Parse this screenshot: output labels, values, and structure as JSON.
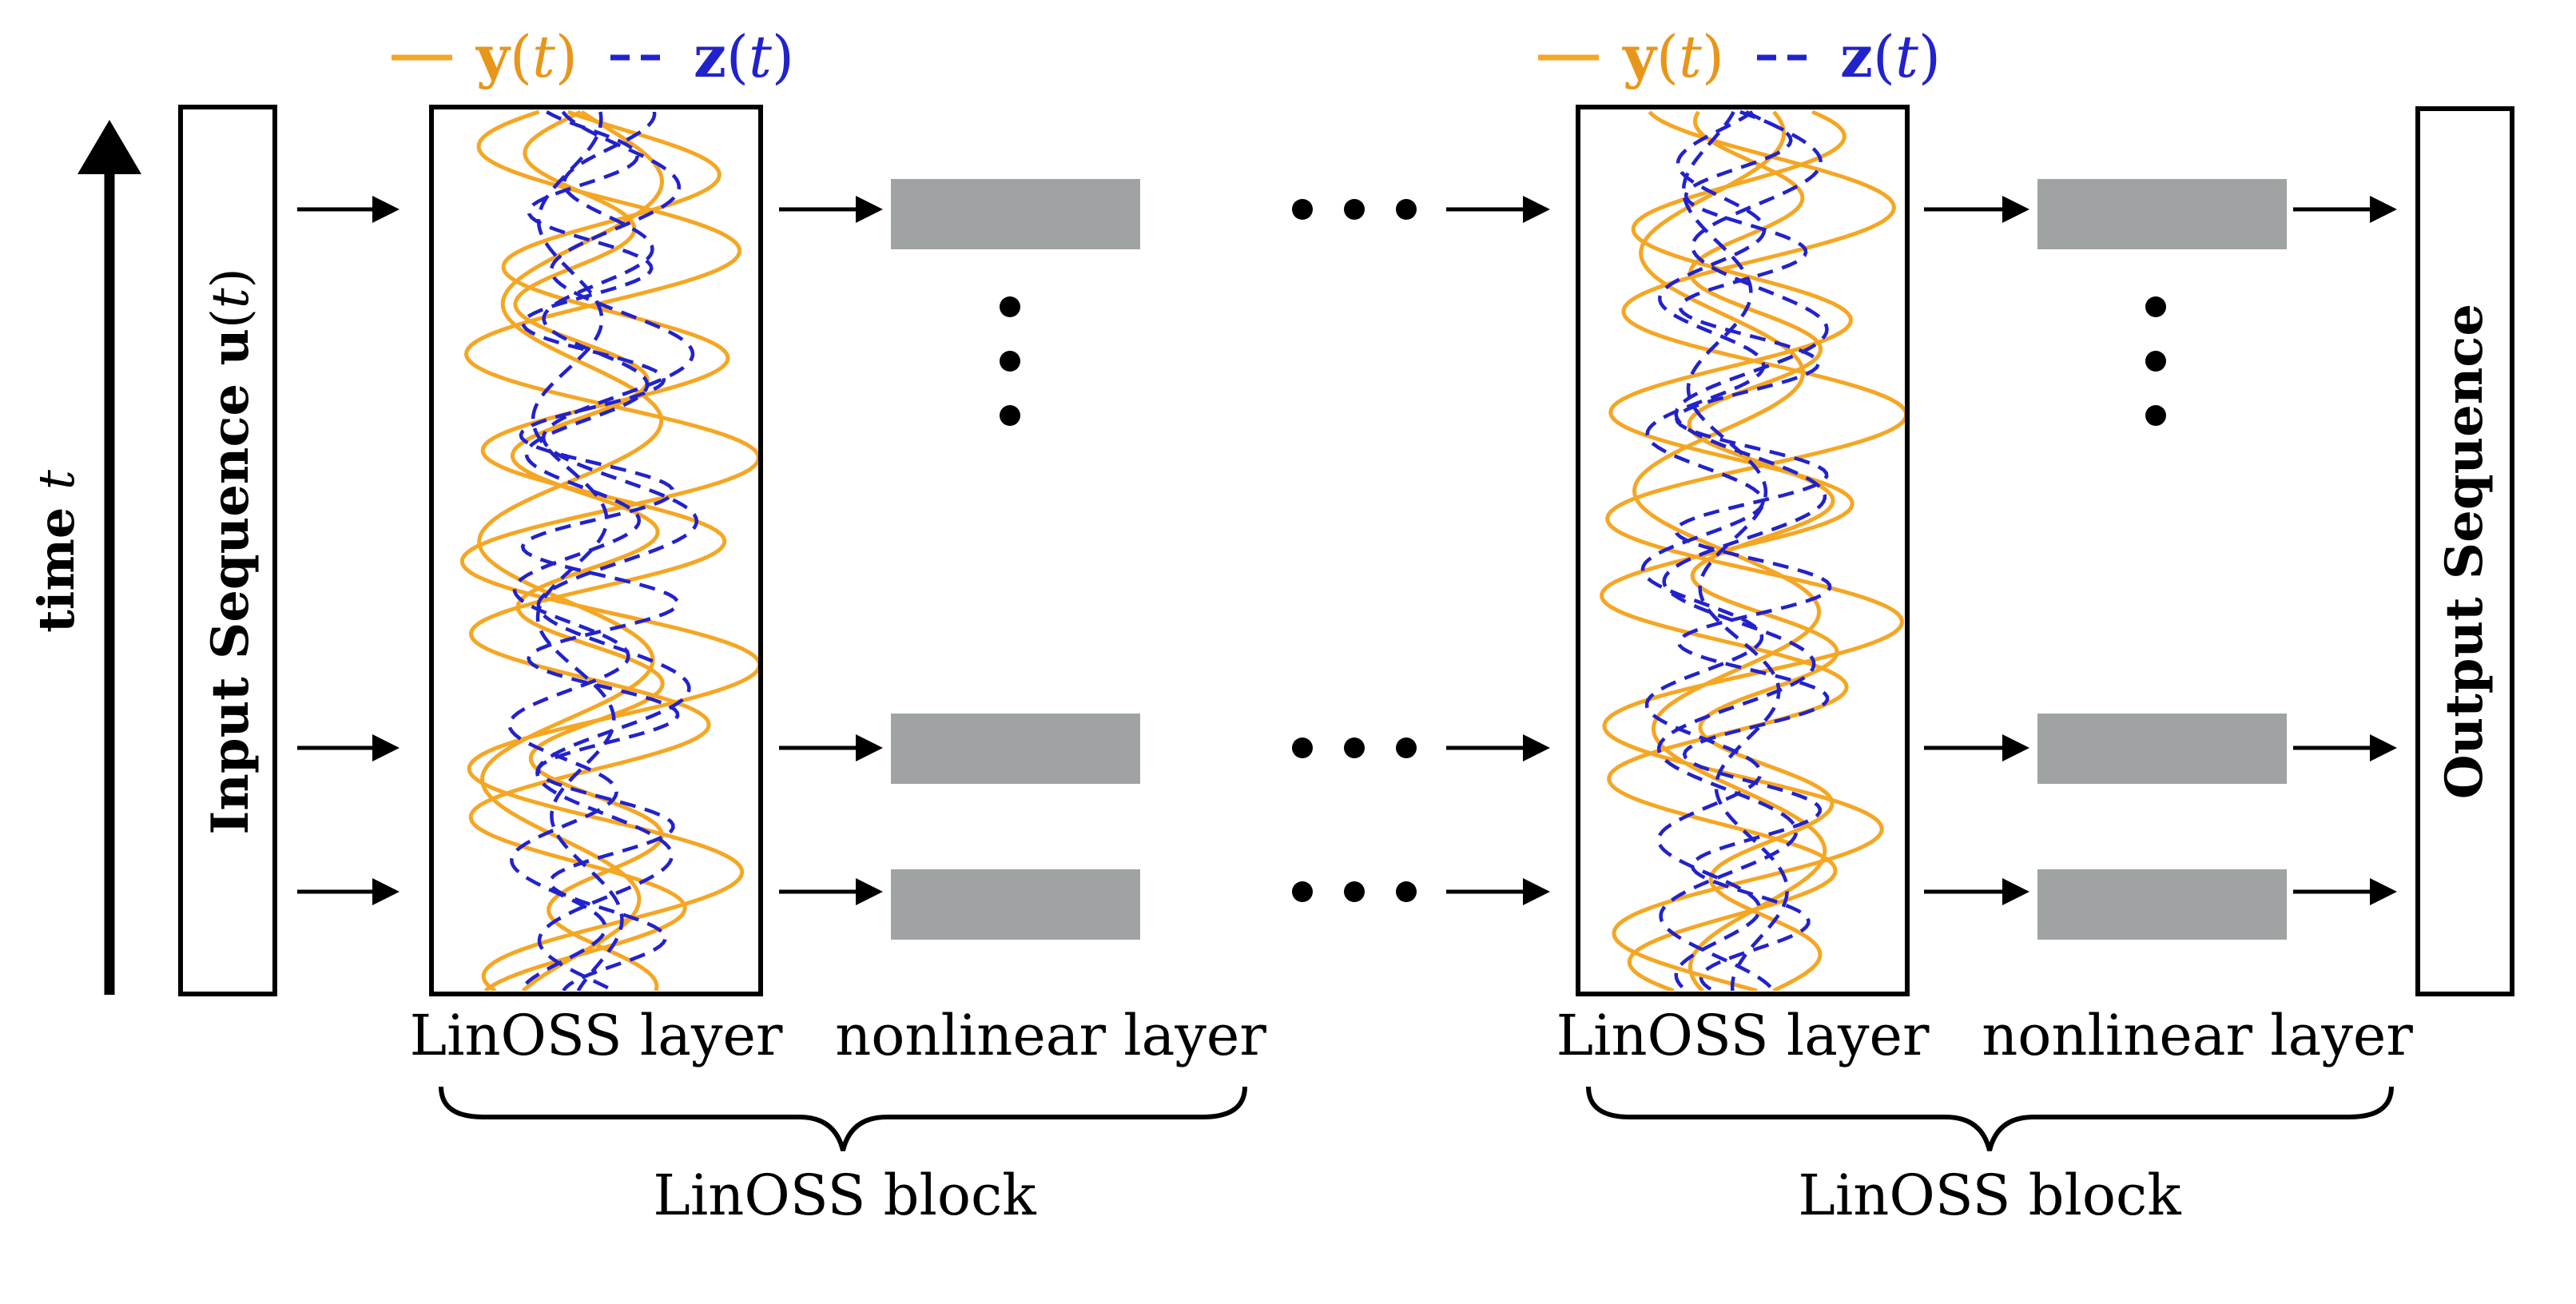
{
  "time_label": {
    "word": "time",
    "var": "t"
  },
  "input_label": {
    "text": "Input Sequence ",
    "u": "u",
    "open": "(",
    "t": "t",
    "close": ")"
  },
  "output_label": "Output Sequence",
  "legend": {
    "y_text": "y",
    "z_text": "z",
    "paren_open": "(",
    "t": "t",
    "paren_close": ")"
  },
  "blocks": [
    {
      "linoss_label": "LinOSS layer",
      "nonlinear_label": "nonlinear layer",
      "block_label": "LinOSS block"
    },
    {
      "linoss_label": "LinOSS layer",
      "nonlinear_label": "nonlinear layer",
      "block_label": "LinOSS block"
    }
  ],
  "colors": {
    "y_curve": "#f5a623",
    "z_curve": "#2222cc",
    "nonlinear_box": "#a0a3a3",
    "stroke": "#000000"
  }
}
